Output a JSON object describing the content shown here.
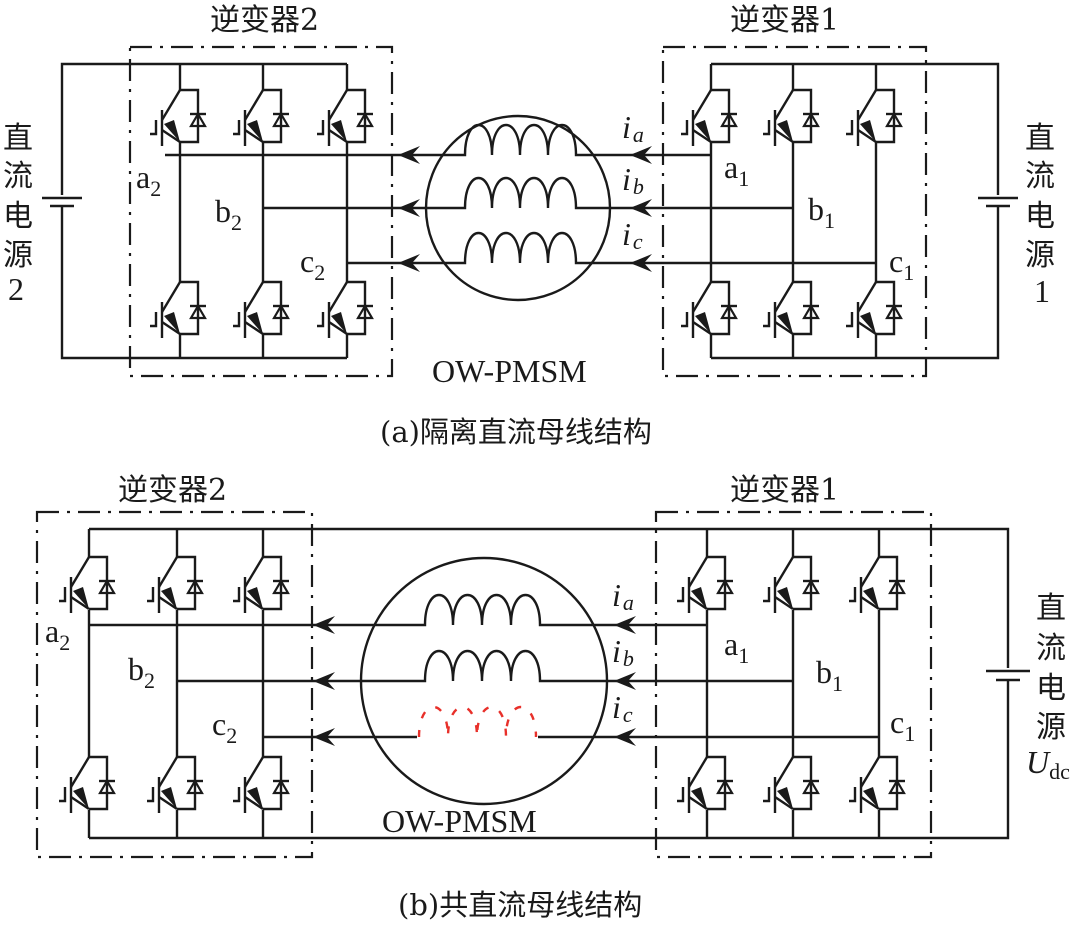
{
  "figure": {
    "panel_a": {
      "caption": "(a)隔离直流母线结构",
      "inverter_left_title": "逆变器2",
      "inverter_right_title": "逆变器1",
      "source_left_label": [
        "直",
        "流",
        "电",
        "源",
        "2"
      ],
      "source_right_label": [
        "直",
        "流",
        "电",
        "源",
        "1"
      ],
      "motor_label": "OW-PMSM",
      "nodes_left": [
        {
          "main": "a",
          "sub": "2"
        },
        {
          "main": "b",
          "sub": "2"
        },
        {
          "main": "c",
          "sub": "2"
        }
      ],
      "nodes_right": [
        {
          "main": "a",
          "sub": "1"
        },
        {
          "main": "b",
          "sub": "1"
        },
        {
          "main": "c",
          "sub": "1"
        }
      ],
      "currents": [
        {
          "main": "i",
          "sub": "a"
        },
        {
          "main": "i",
          "sub": "b"
        },
        {
          "main": "i",
          "sub": "c"
        }
      ]
    },
    "panel_b": {
      "caption": "(b)共直流母线结构",
      "inverter_left_title": "逆变器2",
      "inverter_right_title": "逆变器1",
      "source_label": [
        "直",
        "流",
        "电",
        "源"
      ],
      "source_symbol": {
        "main": "U",
        "sub": "dc"
      },
      "motor_label": "OW-PMSM",
      "nodes_left": [
        {
          "main": "a",
          "sub": "2"
        },
        {
          "main": "b",
          "sub": "2"
        },
        {
          "main": "c",
          "sub": "2"
        }
      ],
      "nodes_right": [
        {
          "main": "a",
          "sub": "1"
        },
        {
          "main": "b",
          "sub": "1"
        },
        {
          "main": "c",
          "sub": "1"
        }
      ],
      "currents": [
        {
          "main": "i",
          "sub": "a"
        },
        {
          "main": "i",
          "sub": "b"
        },
        {
          "main": "i",
          "sub": "c"
        }
      ],
      "fault_phase": "c",
      "fault_color": "#e8302a"
    }
  }
}
